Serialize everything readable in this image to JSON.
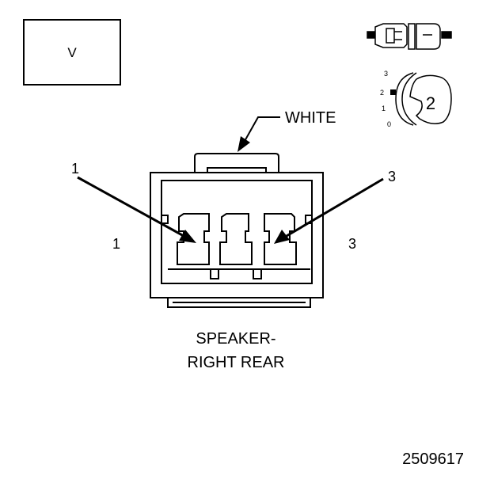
{
  "view_box_label": "V",
  "connector_color_label": "WHITE",
  "pin_callouts": {
    "left_arrow": "1",
    "right_arrow": "3",
    "left_side": "1",
    "right_side": "3"
  },
  "locator": {
    "connector_number": "2",
    "scale": [
      "3",
      "2",
      "1",
      "0"
    ]
  },
  "caption": {
    "line1": "SPEAKER-",
    "line2": "RIGHT REAR"
  },
  "figure_number": "2509617",
  "colors": {
    "ink": "#000000",
    "paper": "#ffffff"
  }
}
